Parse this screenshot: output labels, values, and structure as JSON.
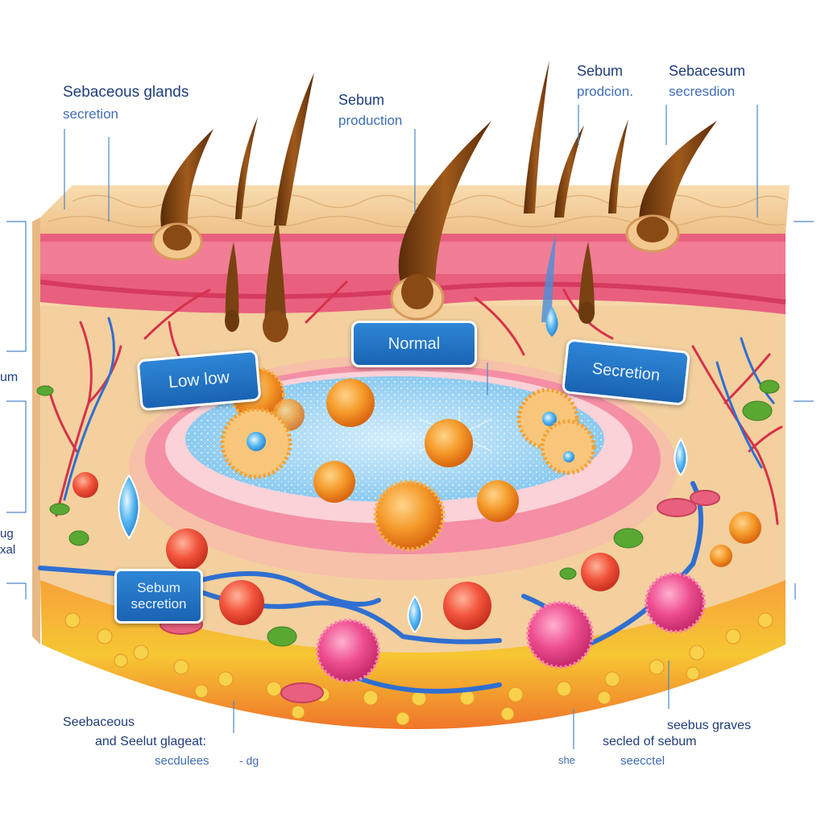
{
  "labels": {
    "top_left_title": "Sebaceous glands",
    "top_left_sub": "secretion",
    "top_mid_title": "Sebum",
    "top_mid_sub": "production",
    "top_right1_title": "Sebum",
    "top_right1_sub": "prodcion.",
    "top_right2_title": "Sebacesum",
    "top_right2_sub": "secresdion",
    "left_edge_1": "um",
    "left_edge_2": "ug",
    "left_edge_3": "xal",
    "bottom_left_1": "Seebaceous",
    "bottom_left_2": "and Seelut glageat:",
    "bottom_left_3": "secdulees",
    "bottom_left_4": "- dg",
    "bottom_mid": "she",
    "bottom_right_1": "seebus graves",
    "bottom_right_2": "seclеd of sebum",
    "bottom_right_3": "seecctel"
  },
  "boxes": {
    "low": "Low low",
    "normal": "Normal",
    "secretion": "Secretion",
    "sebum_secretion_line1": "Sebum",
    "sebum_secretion_line2": "secretion"
  },
  "colors": {
    "epidermis": "#f4cf9a",
    "dermis_pink": "#e85a78",
    "gland_blue": "#9fd3f2",
    "vessel_blue": "#2f6fd1",
    "cell_orange": "#f08a1f",
    "cell_pink": "#e8407f",
    "fat_yellow": "#f5b325",
    "hair_brown": "#7a4212"
  }
}
